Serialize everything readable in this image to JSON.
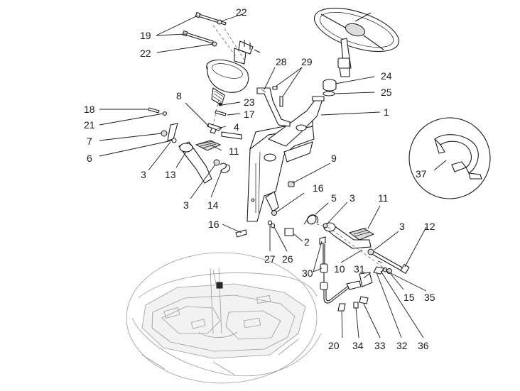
{
  "callouts": [
    {
      "id": "c1",
      "text": "1"
    },
    {
      "id": "c2",
      "text": "2"
    },
    {
      "id": "c3a",
      "text": "3"
    },
    {
      "id": "c3b",
      "text": "3"
    },
    {
      "id": "c3c",
      "text": "3"
    },
    {
      "id": "c3d",
      "text": "3"
    },
    {
      "id": "c4",
      "text": "4"
    },
    {
      "id": "c5",
      "text": "5"
    },
    {
      "id": "c6",
      "text": "6"
    },
    {
      "id": "c7",
      "text": "7"
    },
    {
      "id": "c8",
      "text": "8"
    },
    {
      "id": "c9",
      "text": "9"
    },
    {
      "id": "c10",
      "text": "10"
    },
    {
      "id": "c11a",
      "text": "11"
    },
    {
      "id": "c11b",
      "text": "11"
    },
    {
      "id": "c12",
      "text": "12"
    },
    {
      "id": "c13",
      "text": "13"
    },
    {
      "id": "c14",
      "text": "14"
    },
    {
      "id": "c15",
      "text": "15"
    },
    {
      "id": "c16a",
      "text": "16"
    },
    {
      "id": "c16b",
      "text": "16"
    },
    {
      "id": "c17",
      "text": "17"
    },
    {
      "id": "c18",
      "text": "18"
    },
    {
      "id": "c19",
      "text": "19"
    },
    {
      "id": "c20",
      "text": "20"
    },
    {
      "id": "c21",
      "text": "21"
    },
    {
      "id": "c22a",
      "text": "22"
    },
    {
      "id": "c22b",
      "text": "22"
    },
    {
      "id": "c23",
      "text": "23"
    },
    {
      "id": "c24",
      "text": "24"
    },
    {
      "id": "c25",
      "text": "25"
    },
    {
      "id": "c26",
      "text": "26"
    },
    {
      "id": "c27",
      "text": "27"
    },
    {
      "id": "c28",
      "text": "28"
    },
    {
      "id": "c29",
      "text": "29"
    },
    {
      "id": "c30",
      "text": "30"
    },
    {
      "id": "c31",
      "text": "31"
    },
    {
      "id": "c32",
      "text": "32"
    },
    {
      "id": "c33",
      "text": "33"
    },
    {
      "id": "c34",
      "text": "34"
    },
    {
      "id": "c35",
      "text": "35"
    },
    {
      "id": "c36",
      "text": "36"
    },
    {
      "id": "c37",
      "text": "37"
    }
  ]
}
